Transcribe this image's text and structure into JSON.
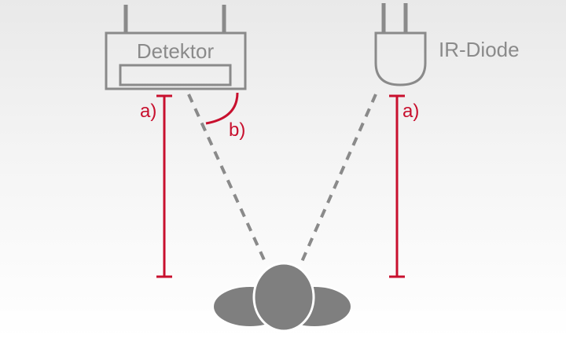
{
  "labels": {
    "detector": "Detektor",
    "ir_diode": "IR-Diode",
    "distance_left": "a)",
    "distance_right": "a)",
    "angle": "b)"
  },
  "colors": {
    "gray": "#8a8a8a",
    "red": "#c8102e",
    "body": "#7f7f7f"
  }
}
